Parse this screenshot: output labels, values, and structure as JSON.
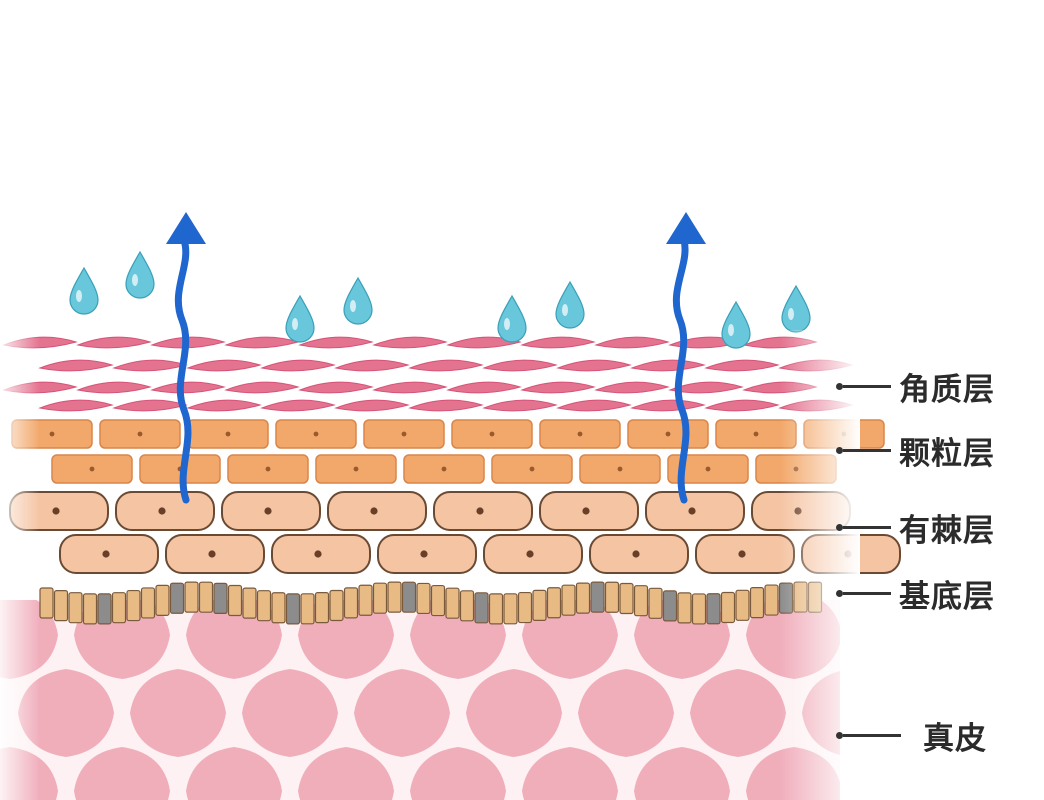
{
  "layers": [
    {
      "id": "stratum-corneum",
      "label": "角质层"
    },
    {
      "id": "stratum-granulosum",
      "label": "颗粒层"
    },
    {
      "id": "stratum-spinosum",
      "label": "有棘层"
    },
    {
      "id": "stratum-basale",
      "label": "基底层"
    },
    {
      "id": "dermis",
      "label": "真皮"
    }
  ],
  "colors": {
    "corneum": "#e4738f",
    "granulosum": "#f2a86a",
    "spinosum": "#f5c4a3",
    "basale": "#e8ba84",
    "basale_dark": "#8c8c8c",
    "dermis": "#f0aebb",
    "arrow": "#1f66cf",
    "droplet": "#68c7da"
  },
  "icons": [
    "droplet-icon",
    "arrow-up-icon"
  ]
}
